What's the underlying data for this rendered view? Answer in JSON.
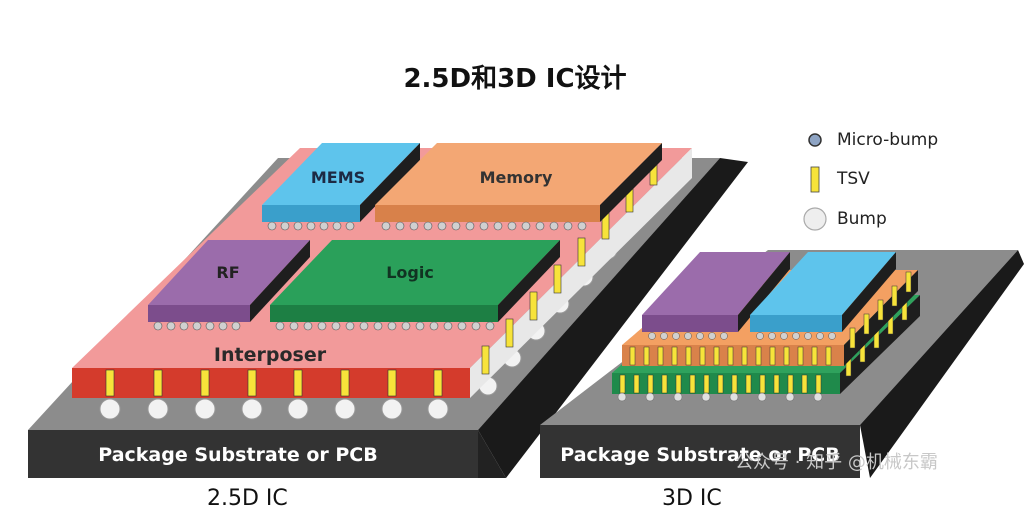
{
  "title": "2.5D和3D IC设计",
  "legend": [
    {
      "label": "Micro-bump",
      "icon": "micro-bump-icon"
    },
    {
      "label": "TSV",
      "icon": "tsv-icon"
    },
    {
      "label": "Bump",
      "icon": "bump-icon"
    }
  ],
  "left": {
    "chips": {
      "mems": "MEMS",
      "memory": "Memory",
      "rf": "RF",
      "logic": "Logic"
    },
    "interposer": "Interposer",
    "substrate": "Package Substrate or PCB",
    "caption": "2.5D IC"
  },
  "right": {
    "substrate": "Package Substrate or PCB",
    "caption": "3D IC"
  },
  "watermark": "公众号 · 知乎 @机械东霸",
  "colors": {
    "substrate_top": "#8c8c8c",
    "substrate_front": "#333333",
    "substrate_side": "#1a1a1a",
    "interposer": "#f29a9a",
    "interposer_edge": "#d43b2c",
    "mems": "#5ec4ec",
    "memory": "#f3a774",
    "rf": "#9b6cab",
    "logic": "#2aa05a",
    "tsv": "#f7e33a",
    "die_orange": "#f3a062",
    "die_green": "#2fa25d"
  }
}
